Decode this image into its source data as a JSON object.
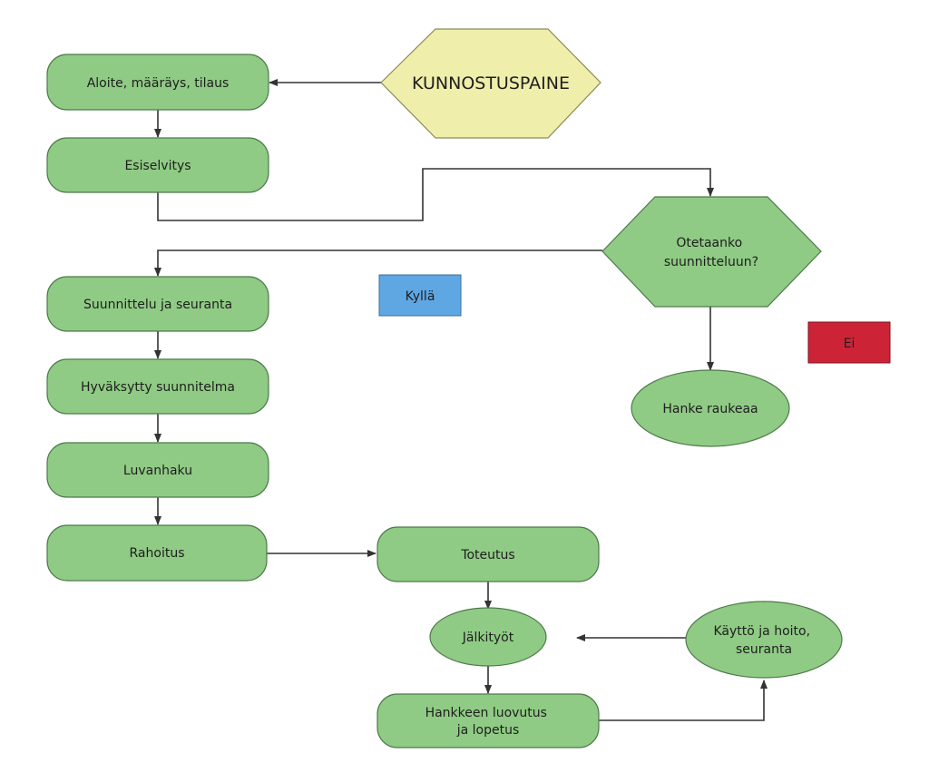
{
  "colors": {
    "node_fill": "#8fcb84",
    "node_stroke": "#4e7a4b",
    "trigger_fill": "#efeeaa",
    "trigger_stroke": "#8a8a5a",
    "yes_fill": "#5fa7e3",
    "no_fill": "#cc2436",
    "edge": "#333333"
  },
  "nodes": {
    "trigger": "KUNNOSTUSPAINE",
    "initiative": "Aloite, määräys, tilaus",
    "pre_study": "Esiselvitys",
    "decision": [
      "Otetaanko",
      "suunnitteluun?"
    ],
    "planning": "Suunnittelu ja seuranta",
    "approved_plan": "Hyväksytty suunnitelma",
    "permit": "Luvanhaku",
    "funding": "Rahoitus",
    "implementation": "Toteutus",
    "follow_up_work": "Jälkityöt",
    "handover": [
      "Hankkeen luovutus",
      "ja lopetus"
    ],
    "maintenance": [
      "Käyttö ja hoito,",
      "seuranta"
    ],
    "cancelled": "Hanke raukeaa"
  },
  "labels": {
    "yes": "Kyllä",
    "no": "Ei"
  }
}
